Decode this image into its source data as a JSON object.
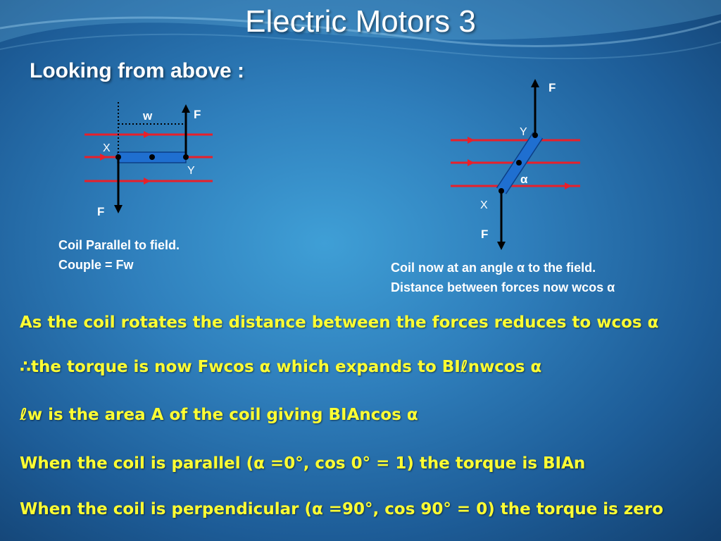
{
  "title": "Electric Motors 3",
  "subtitle": "Looking from above :",
  "diagram_parallel": {
    "force_top_label": "F",
    "force_bottom_label": "F",
    "width_label": "w",
    "point_x_label": "X",
    "point_y_label": "Y",
    "caption_line1": "Coil Parallel to field.",
    "caption_line2": "Couple = Fw"
  },
  "diagram_angle": {
    "force_top_label": "F",
    "force_bottom_label": "F",
    "point_y_label": "Y",
    "point_x_label": "X",
    "angle_label": "α",
    "caption_line1": "Coil now at an angle α to the field.",
    "caption_line2": "Distance between forces now wcos α"
  },
  "statements": [
    "As the coil rotates the distance between the forces reduces to wcos α",
    "∴the torque is now Fwcos α which expands to BIℓnwcos α",
    "ℓw is the area A of the coil giving BIAncos α",
    "When the coil is parallel (α =0°, cos 0° = 1) the torque is BIAn",
    "When the coil is perpendicular (α =90°, cos 90° = 0) the torque is zero"
  ],
  "colors": {
    "field_line": "#e8202a",
    "coil": "#1f6fd0",
    "force_arrow": "#000000",
    "statement_text": "#ffff33"
  }
}
